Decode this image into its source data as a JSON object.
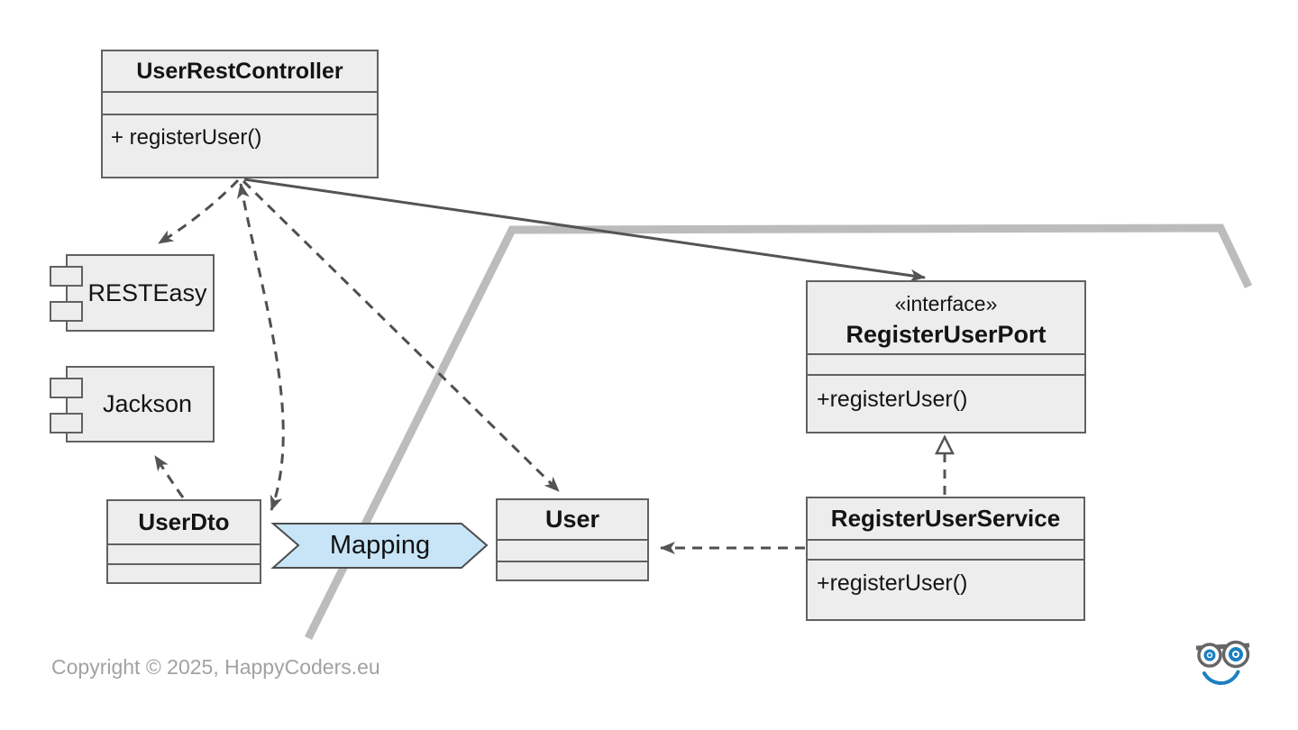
{
  "boxes": {
    "controller": {
      "title": "UserRestController",
      "method": "+ registerUser()"
    },
    "port": {
      "stereotype": "«interface»",
      "title": "RegisterUserPort",
      "method": "+registerUser()"
    },
    "service": {
      "title": "RegisterUserService",
      "method": "+registerUser()"
    },
    "dto": {
      "title": "UserDto"
    },
    "user": {
      "title": "User"
    }
  },
  "components": {
    "resteasy": {
      "label": "RESTEasy"
    },
    "jackson": {
      "label": "Jackson"
    }
  },
  "mapping": {
    "label": "Mapping"
  },
  "footer": {
    "copyright": "Copyright © 2025, HappyCoders.eu"
  },
  "relations": [
    {
      "from": "UserRestController",
      "to": "RESTEasy",
      "type": "dashed-dependency"
    },
    {
      "from": "UserRestController",
      "to": "UserDto",
      "type": "dashed-dependency-bidirectional"
    },
    {
      "from": "UserRestController",
      "to": "User",
      "type": "dashed-dependency"
    },
    {
      "from": "UserRestController",
      "to": "RegisterUserPort",
      "type": "solid-association"
    },
    {
      "from": "UserDto",
      "to": "Jackson",
      "type": "dashed-dependency"
    },
    {
      "from": "RegisterUserService",
      "to": "RegisterUserPort",
      "type": "realization"
    },
    {
      "from": "RegisterUserService",
      "to": "User",
      "type": "dashed-dependency"
    }
  ],
  "colors": {
    "box_fill": "#ededed",
    "box_border": "#616161",
    "arrow": "#545454",
    "hexagon_boundary": "#bcbcbc",
    "mapping_fill": "#c7e5f6",
    "logo_blue": "#1b7fc2",
    "copyright_text": "#a2a2a2"
  }
}
